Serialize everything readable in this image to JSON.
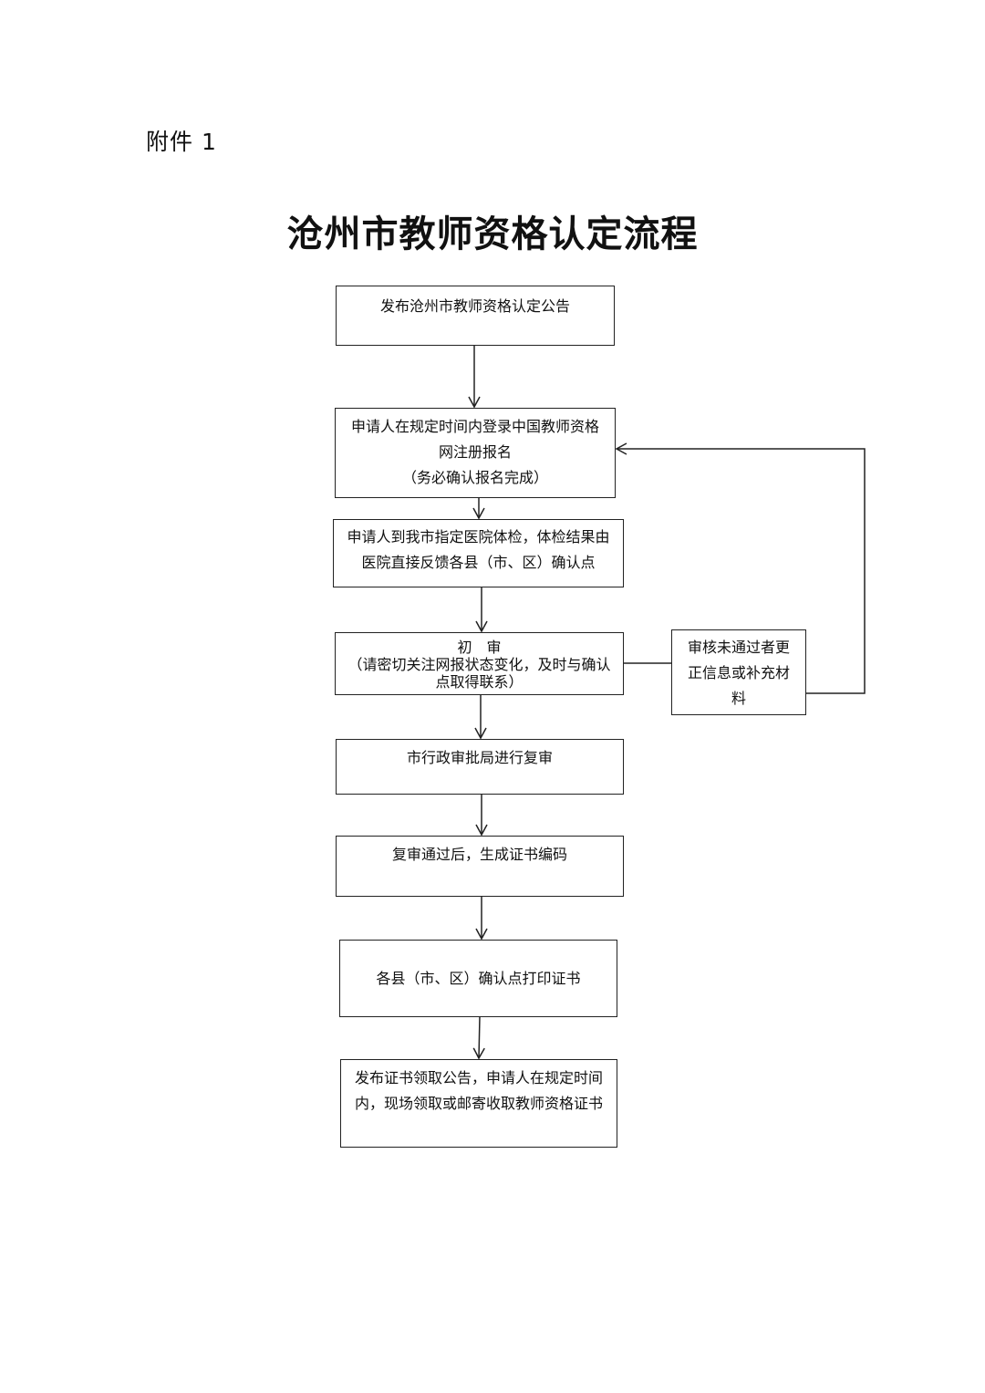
{
  "header": {
    "attachment_label": "附件 1",
    "title": "沧州市教师资格认定流程"
  },
  "flow": {
    "step1": {
      "lines": [
        "发布沧州市教师资格认定公告"
      ]
    },
    "step2": {
      "lines": [
        "申请人在规定时间内登录中国教师资格",
        "网注册报名",
        "（务必确认报名完成）"
      ]
    },
    "step3": {
      "lines": [
        "申请人到我市指定医院体检，体检结果由",
        "医院直接反馈各县（市、区）确认点"
      ]
    },
    "step4": {
      "lines": [
        "初　审",
        "（请密切关注网报状态变化，及时与确认",
        "点取得联系）"
      ]
    },
    "side": {
      "lines": [
        "审核未通过者更",
        "正信息或补充材",
        "料"
      ]
    },
    "step5": {
      "lines": [
        "市行政审批局进行复审"
      ]
    },
    "step6": {
      "lines": [
        "复审通过后，生成证书编码"
      ]
    },
    "step7": {
      "lines": [
        "各县（市、区）确认点打印证书"
      ]
    },
    "step8": {
      "lines": [
        "发布证书领取公告，申请人在规定时间",
        "内，现场领取或邮寄收取教师资格证书"
      ]
    }
  }
}
